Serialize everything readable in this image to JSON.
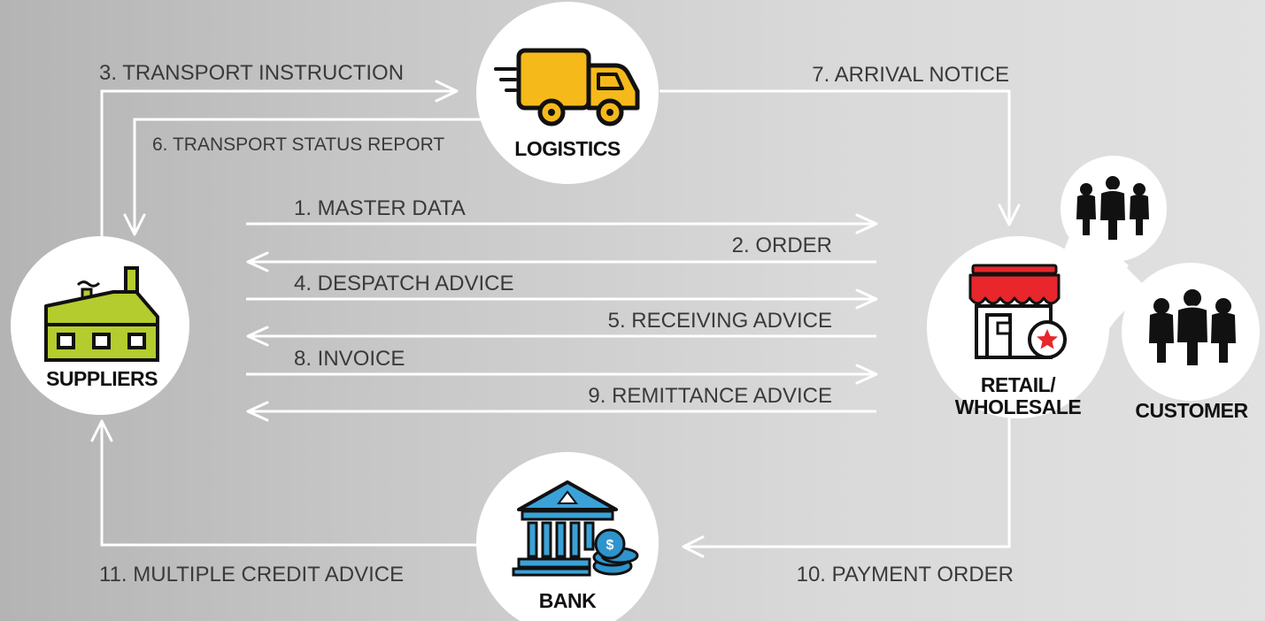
{
  "nodes": {
    "logistics": "LOGISTICS",
    "suppliers": "SUPPLIERS",
    "retail_line1": "RETAIL/",
    "retail_line2": "WHOLESALE",
    "customer": "CUSTOMER",
    "bank": "BANK"
  },
  "flows": {
    "master_data": "1. MASTER DATA",
    "order": "2. ORDER",
    "transport_instruction": "3. TRANSPORT INSTRUCTION",
    "despatch_advice": "4. DESPATCH ADVICE",
    "receiving_advice": "5. RECEIVING ADVICE",
    "transport_status_report": "6. TRANSPORT STATUS REPORT",
    "arrival_notice": "7. ARRIVAL NOTICE",
    "invoice": "8. INVOICE",
    "remittance_advice": "9. REMITTANCE ADVICE",
    "payment_order": "10. PAYMENT ORDER",
    "multiple_credit_advice": "11. MULTIPLE CREDIT ADVICE"
  },
  "icons": {
    "logistics": "truck-icon",
    "suppliers": "factory-icon",
    "retail": "storefront-icon",
    "customer": "people-group-icon",
    "bank": "bank-building-icon"
  },
  "colors": {
    "truck": "#f5b91a",
    "factory": "#b5cc2e",
    "awning": "#e8262b",
    "bank": "#3aa2d8",
    "coins": "#2f93cc",
    "lines": "#ffffff",
    "label_text": "#3a3a3a"
  }
}
